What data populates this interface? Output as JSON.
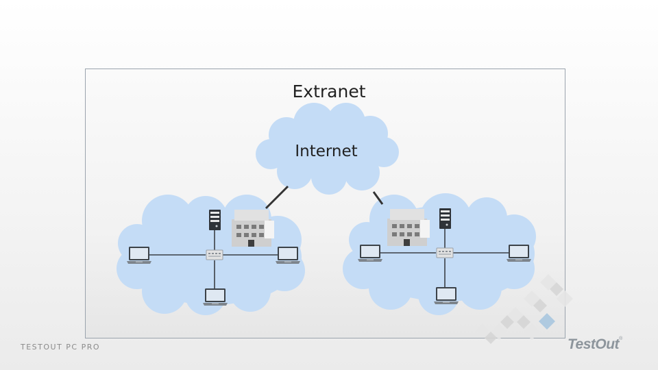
{
  "diagram": {
    "outer_label": "Extranet",
    "center_cloud_label": "Internet"
  },
  "footer": {
    "left_text": "TESTOUT PC PRO",
    "brand": "TestOut"
  },
  "colors": {
    "cloud_fill": "#c4dcf6",
    "link_line": "#333333",
    "panel_border": "#9aa3ad",
    "accent_tile": "#a9c7e0"
  },
  "icons": [
    "server-icon",
    "building-icon",
    "switch-icon",
    "laptop-icon"
  ]
}
